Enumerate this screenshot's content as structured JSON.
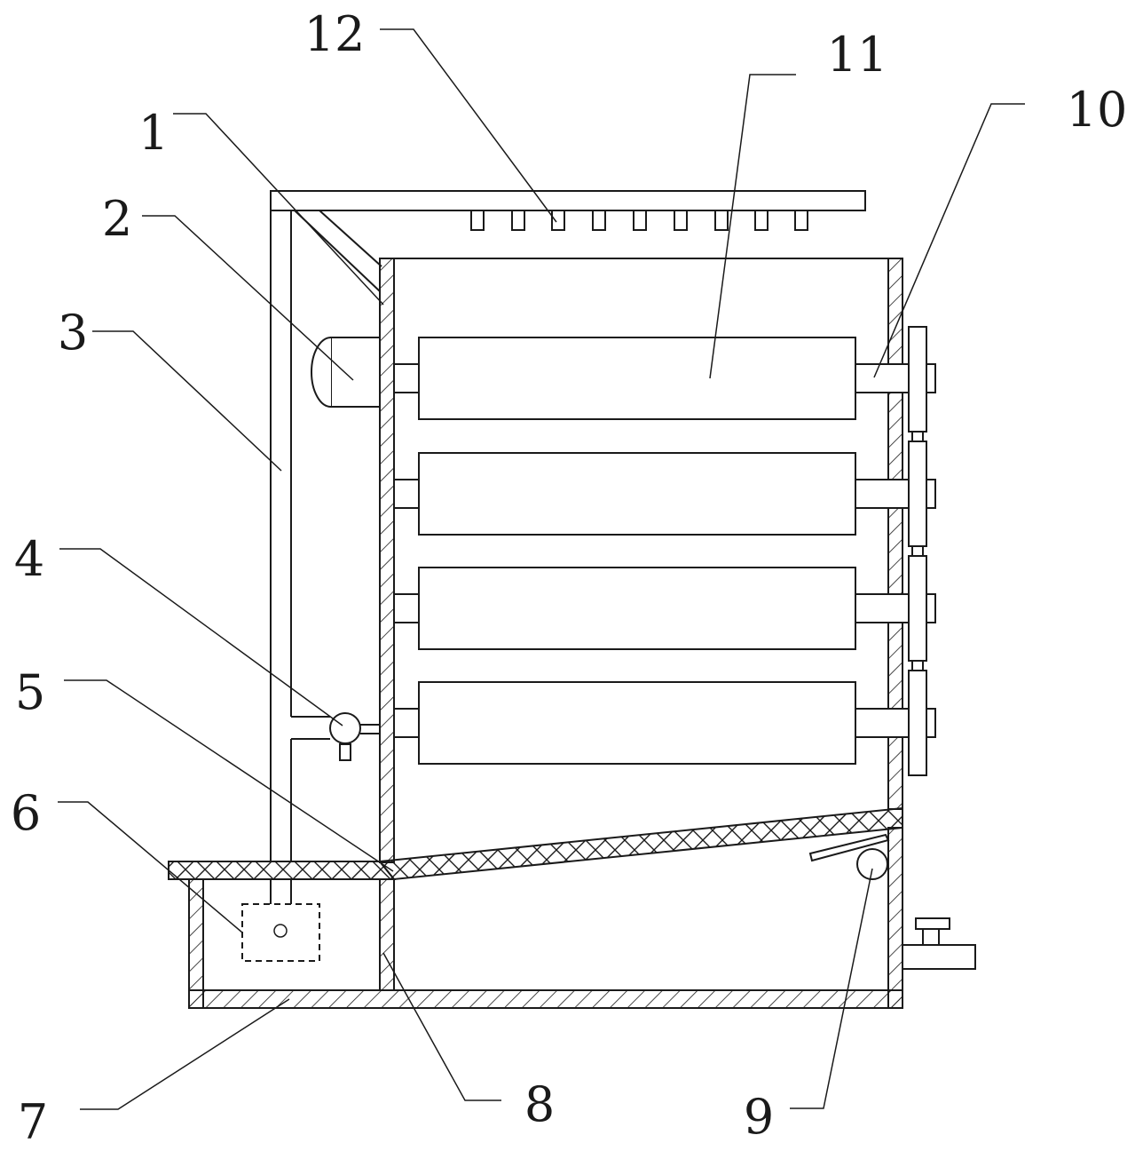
{
  "diagram": {
    "line_color": "#1a1a1a",
    "labels": [
      {
        "id": "1",
        "text": "1"
      },
      {
        "id": "2",
        "text": "2"
      },
      {
        "id": "3",
        "text": "3"
      },
      {
        "id": "4",
        "text": "4"
      },
      {
        "id": "5",
        "text": "5"
      },
      {
        "id": "6",
        "text": "6"
      },
      {
        "id": "7",
        "text": "7"
      },
      {
        "id": "8",
        "text": "8"
      },
      {
        "id": "9",
        "text": "9"
      },
      {
        "id": "10",
        "text": "10"
      },
      {
        "id": "11",
        "text": "11"
      },
      {
        "id": "12",
        "text": "12"
      }
    ]
  }
}
